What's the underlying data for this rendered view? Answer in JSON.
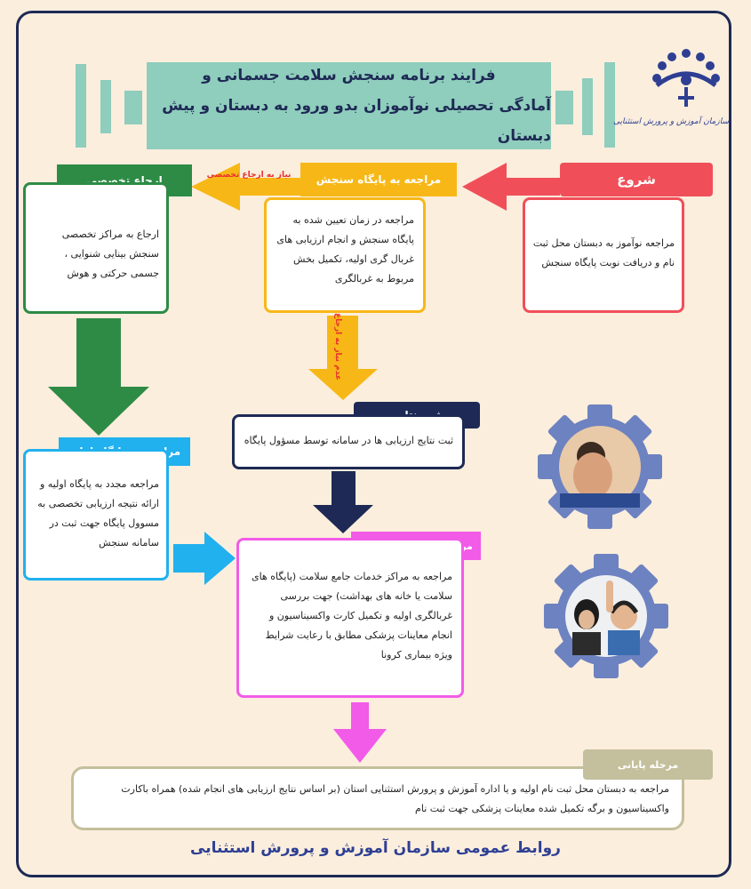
{
  "title": {
    "line1": "فرایند برنامه سنجش سلامت جسمانی و",
    "line2": "آمادگی تحصیلی نوآموزان بدو ورود به دبستان و پیش دبستان"
  },
  "logo": {
    "caption": "سازمان آموزش و پرورش استثنایی",
    "icon": "org-logo"
  },
  "steps": {
    "start": {
      "label": "شروع",
      "text": "مراجعه نوآموز به دبستان محل ثبت نام و دریافت نوبت پایگاه سنجش"
    },
    "assessment": {
      "label": "مراجعه به پایگاه سنجش",
      "text": "مراجعه در زمان تعیین شده به پایگاه سنجش و انجام ارزیابی های غربال گری اولیه، تکمیل بخش مربوط به غربالگری"
    },
    "specialist": {
      "label": "ارجاع تخصصی",
      "text": "ارجاع به مراکز تخصصی سنجش بینایی شنوایی ، جسمی حرکتی و هوش"
    },
    "results": {
      "label": "ثبت نتایج",
      "text": "ثبت نتایج ارزیابی ها در سامانه توسط مسؤول پایگاه"
    },
    "return": {
      "label": "مراجعه به پایگاه اولیه",
      "text": "مراجعه مجدد به پایگاه اولیه و ارائه نتیجه ارزیابی تخصصی به مسوول پایگاه جهت ثبت در سامانه سنجش"
    },
    "health": {
      "label": "مراجعه به پایگاه سلامت",
      "text": "مراجعه به مراکز خدمات جامع سلامت (پایگاه های سلامت یا خانه های بهداشت) جهت بررسی غربالگری اولیه و تکمیل کارت واکسیناسیون و انجام معاینات پزشکی مطابق با رعایت شرایط ویژه بیماری کرونا"
    },
    "final": {
      "label": "مرحله پایانی",
      "text": "مراجعه به دبستان محل ثبت نام اولیه و یا اداره آموزش و پرورش استثنایی استان (بر اساس نتایج ارزیابی های انجام شده) همراه باکارت واکسیناسیون و برگه تکمیل شده معاینات پزشکی جهت ثبت نام"
    }
  },
  "arrows": {
    "need_referral": "نیاز به ارجاع تخصصی",
    "no_referral": "عدم نیاز به ارجاع"
  },
  "footer": "روابط عمومی سازمان آموزش و پرورش استثنایی",
  "colors": {
    "start": "#f04f5a",
    "assessment": "#f7b817",
    "specialist": "#2e8b45",
    "results": "#1e2a55",
    "return": "#21b1ee",
    "health": "#f25be8",
    "final": "#c4bf9c",
    "teal": "#8fcdbd",
    "navy": "#1e2a55",
    "gear": "#6d82c0"
  },
  "photos": [
    "child-covering-eye-photo",
    "child-hearing-test-photo"
  ]
}
